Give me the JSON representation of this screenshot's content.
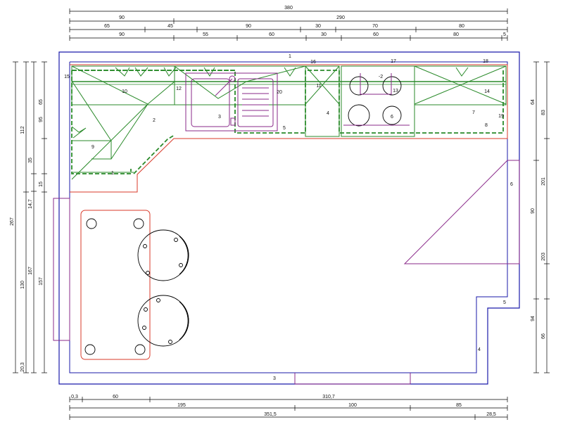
{
  "colors": {
    "wall": "#1a1aaa",
    "cabinet": "#d83a2a",
    "furniture": "#2a8a2a",
    "fixture": "#8a2a8a",
    "dimension": "#000000"
  },
  "top_dimensions": {
    "row1": [
      "380"
    ],
    "row2": [
      "90",
      "290"
    ],
    "row3": [
      "65",
      "45",
      "90",
      "30",
      "70",
      "80"
    ],
    "row4": [
      "90",
      "55",
      "60",
      "30",
      "60",
      "80",
      "5"
    ]
  },
  "bottom_dimensions": {
    "row1": [
      "0,3",
      "60",
      "310,7"
    ],
    "row2": [
      "195",
      "100",
      "85"
    ],
    "row3": [
      "351,5",
      "28,5"
    ]
  },
  "left_dimensions": {
    "outer": [
      "267"
    ],
    "col2": [
      "112",
      "130",
      "20,3"
    ],
    "col3": [
      "35",
      "14,7",
      "167"
    ],
    "col4": [
      "65",
      "95",
      "15",
      "157"
    ]
  },
  "right_dimensions": {
    "col1": [
      "64",
      "90",
      "94"
    ],
    "col2": [
      "83",
      "201",
      "203",
      "66"
    ]
  },
  "item_labels": [
    "1",
    "2",
    "3",
    "4",
    "5",
    "6",
    "7",
    "8",
    "9",
    "10",
    "11",
    "12",
    "13",
    "14",
    "15",
    "16",
    "17",
    "18",
    "19",
    "20",
    "-2"
  ],
  "wall_labels": [
    "1",
    "3",
    "4",
    "5",
    "6"
  ]
}
